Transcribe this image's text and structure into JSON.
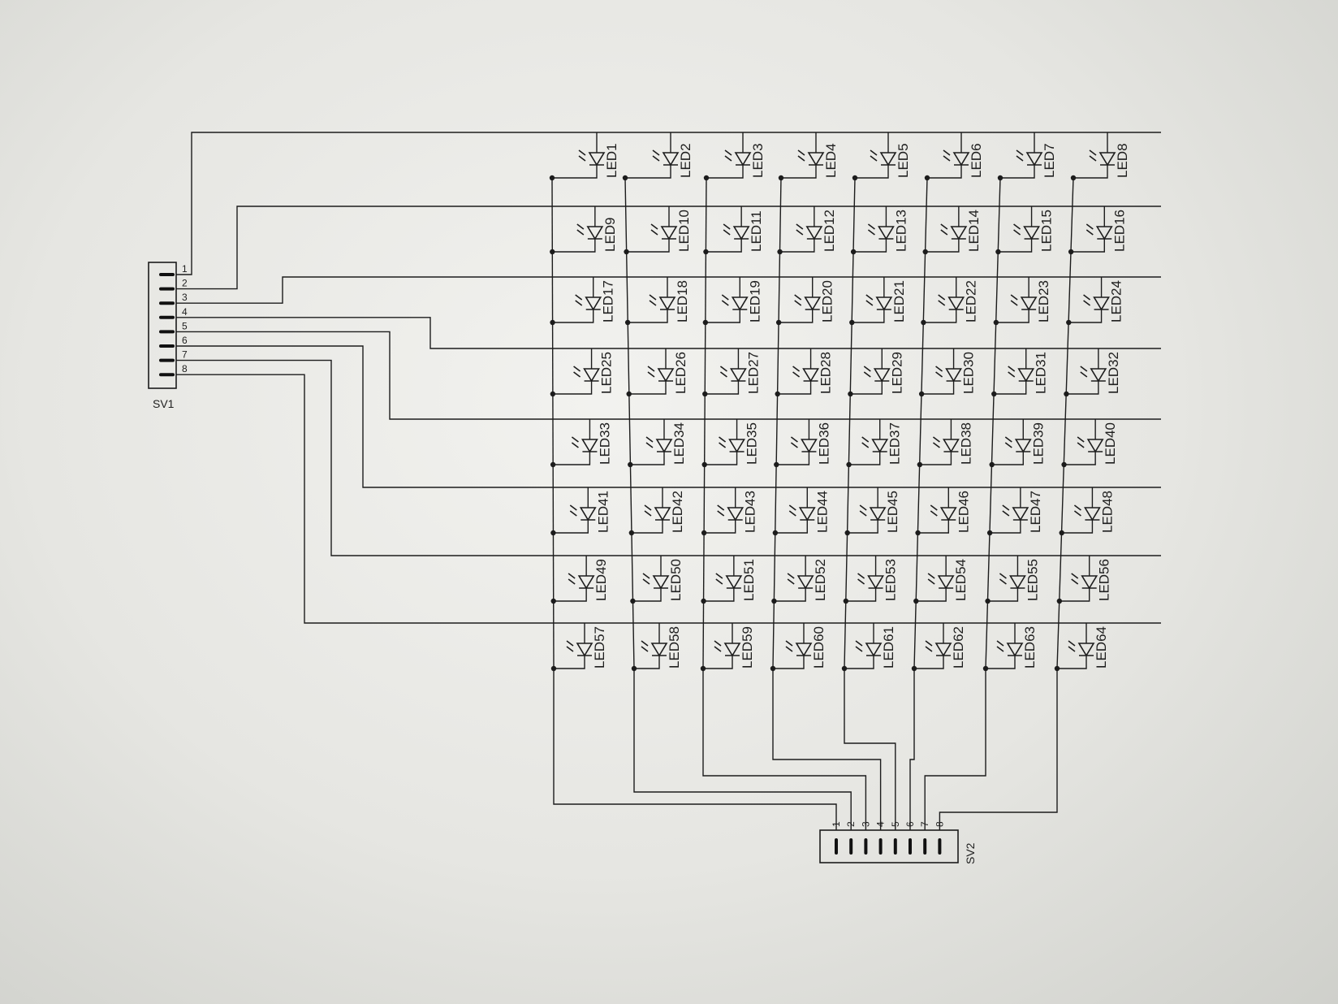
{
  "schematic": {
    "header_sv1": {
      "name": "SV1",
      "pins": [
        "1",
        "2",
        "3",
        "4",
        "5",
        "6",
        "7",
        "8"
      ]
    },
    "header_sv2": {
      "name": "SV2",
      "pins": [
        "1",
        "2",
        "3",
        "4",
        "5",
        "6",
        "7",
        "8"
      ]
    },
    "led_prefix": "LED",
    "led_count": 64,
    "rows": 8,
    "columns": 8
  }
}
